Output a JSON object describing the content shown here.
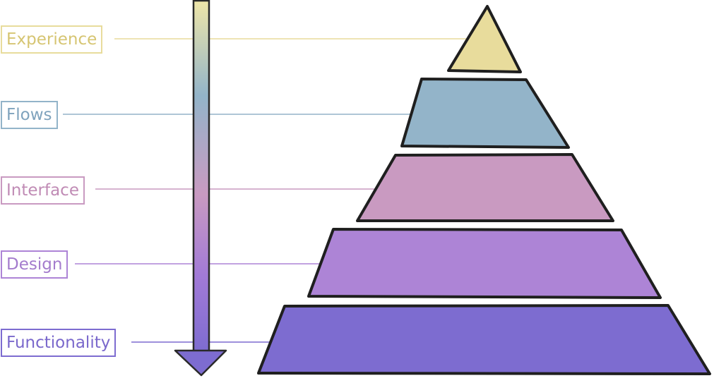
{
  "title": "",
  "layers": [
    {
      "label": "Experience",
      "color": "#e8dc9c",
      "text_color": "#d6c572"
    },
    {
      "label": "Flows",
      "color": "#93b4c9",
      "text_color": "#7fa3bd"
    },
    {
      "label": "Interface",
      "color": "#c99ac1",
      "text_color": "#c08bb5"
    },
    {
      "label": "Design",
      "color": "#ad84d6",
      "text_color": "#a47ccd"
    },
    {
      "label": "Functionality",
      "color": "#7d6cd0",
      "text_color": "#7a68cc"
    }
  ],
  "arrow": {
    "direction": "down",
    "gradient": [
      "#efe6a8",
      "#93b4c9",
      "#c99ac1",
      "#a27ad7",
      "#7d6cd0"
    ]
  }
}
